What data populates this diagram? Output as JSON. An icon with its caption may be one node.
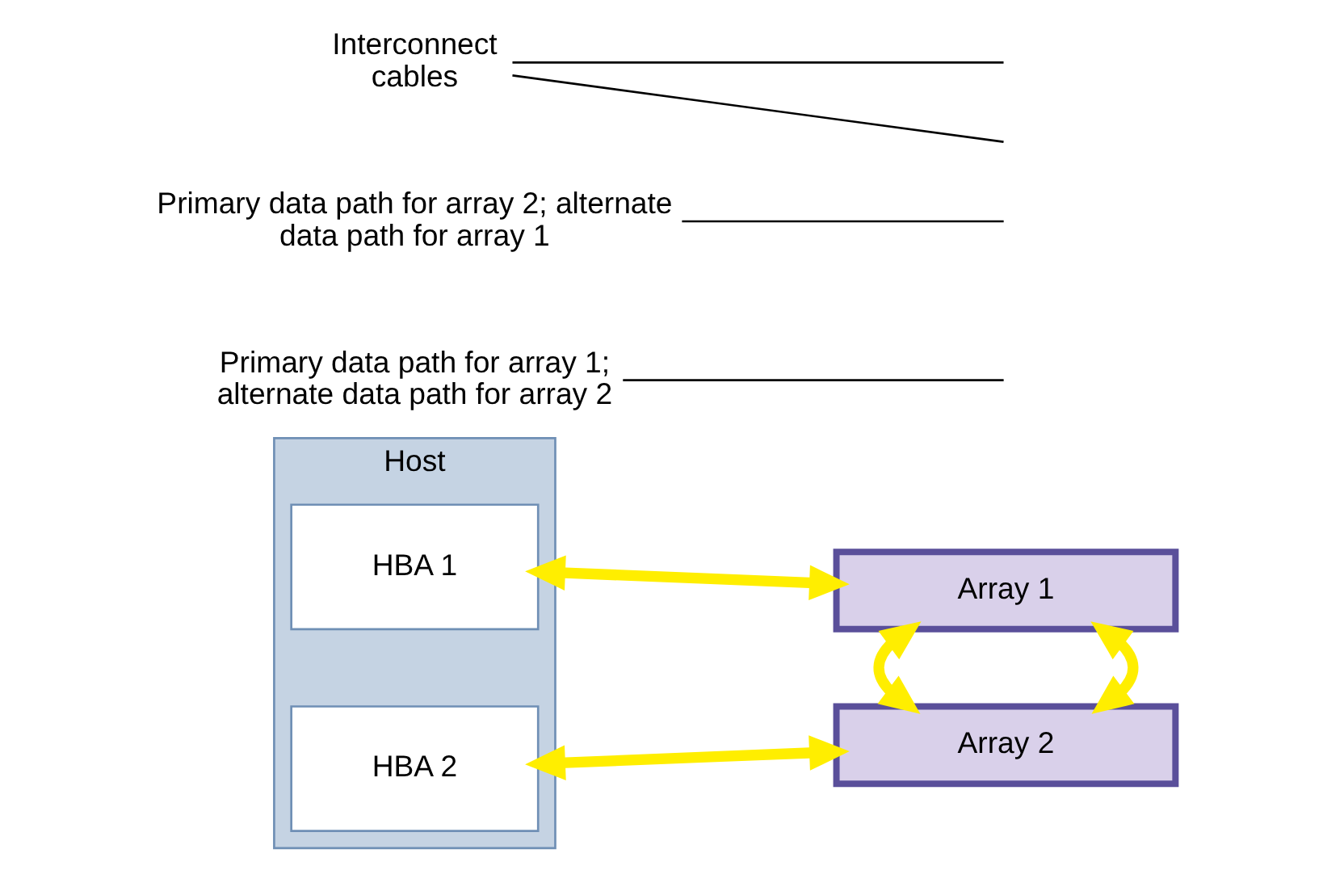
{
  "diagram": {
    "nodes": [
      {
        "text": [
          "Host"
        ]
      },
      {
        "text": [
          "HBA 1"
        ],
        "in": 0
      },
      {
        "text": [
          "HBA 2"
        ],
        "in": 0
      },
      {
        "text": [
          "Array 1"
        ]
      },
      {
        "text": [
          "Array 2"
        ]
      },
      {
        "text": [
          "Primary data path for array 1; alternate data path for array 2"
        ]
      },
      {
        "text": [
          "Primary data path for array 2; alternate data path for array 1"
        ]
      },
      {
        "text": [
          "Interconnect cables"
        ]
      }
    ],
    "edges": [
      {
        "from": 1,
        "to": 3,
        "arrow": "both",
        "style": "thick",
        "color": "#ffee00"
      },
      {
        "from": 2,
        "to": 4,
        "arrow": "both",
        "style": "thick",
        "color": "#ffee00"
      },
      {
        "from": 3,
        "to": 4,
        "arrow": "both",
        "style": "thick",
        "color": "#ffee00"
      },
      {
        "from": 3,
        "to": 4,
        "arrow": "both",
        "style": "thick",
        "color": "#ffee00"
      },
      {
        "from": 5,
        "to": null,
        "arrow": "none",
        "color": "#000000"
      },
      {
        "from": 6,
        "to": null,
        "arrow": "none",
        "color": "#000000"
      },
      {
        "from": 7,
        "to": null,
        "arrow": "none",
        "color": "#000000"
      },
      {
        "from": 7,
        "to": null,
        "arrow": "none",
        "color": "#000000"
      }
    ]
  }
}
